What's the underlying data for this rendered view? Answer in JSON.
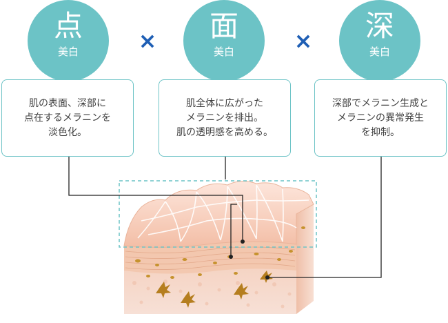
{
  "types": [
    {
      "kanji": "点",
      "label": "美白",
      "lines": [
        "肌の表面、深部に",
        "点在するメラニンを",
        "淡色化。"
      ]
    },
    {
      "kanji": "面",
      "label": "美白",
      "lines": [
        "肌全体に広がった",
        "メラニンを排出。",
        "肌の透明感を高める。"
      ]
    },
    {
      "kanji": "深",
      "label": "美白",
      "lines": [
        "深部でメラニン生成と",
        "メラニンの異常発生",
        "を抑制。"
      ]
    }
  ],
  "operator": "×",
  "colors": {
    "teal": "#6cc3c6",
    "times": "#1f5fb5",
    "skin": "#f6cdb9",
    "melanin": "#c6922d"
  }
}
